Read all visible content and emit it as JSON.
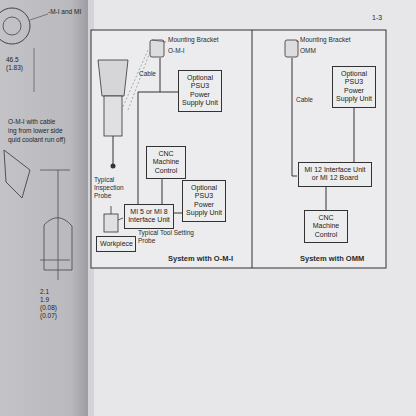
{
  "diagram": {
    "nodes": [
      {
        "text": [
          "Optional PSU3 Power Supply Unit"
        ]
      },
      {
        "text": [
          "CNC Machine Control"
        ]
      },
      {
        "text": [
          "Optional PSU3 Power Supply Unit"
        ]
      },
      {
        "text": [
          "MI 5 or MI 8 Interface Unit"
        ]
      },
      {
        "text": [
          "Workpiece"
        ]
      },
      {
        "text": [
          "Optional PSU3 Power Supply Unit"
        ]
      },
      {
        "text": [
          "MI 12 Interface Unit or MI 12 Board"
        ]
      },
      {
        "text": [
          "CNC Machine Control"
        ]
      }
    ],
    "edges": [
      {
        "from": 0,
        "to": 3,
        "arrow": "none"
      },
      {
        "from": 1,
        "to": 3,
        "arrow": "none"
      },
      {
        "from": 2,
        "to": 3,
        "arrow": "none"
      },
      {
        "from": 5,
        "to": 6,
        "arrow": "none"
      },
      {
        "from": 6,
        "to": 7,
        "arrow": "none"
      }
    ],
    "labels": [
      "1-3",
      "Mounting Bracket",
      "O-M-I",
      "Cable",
      "Typical Inspection Probe",
      "Typical Tool Setting Probe",
      "System with O-M-I",
      "Mounting Bracket",
      "OMM",
      "Cable",
      "System with OMM",
      "-M-I and MI",
      "46.5",
      "(1.83)",
      "O-M-I with cable",
      "ing from lower side",
      "quid coolant run off)",
      "2.1",
      "1.9",
      "(0.08)",
      "(0.07)"
    ]
  }
}
